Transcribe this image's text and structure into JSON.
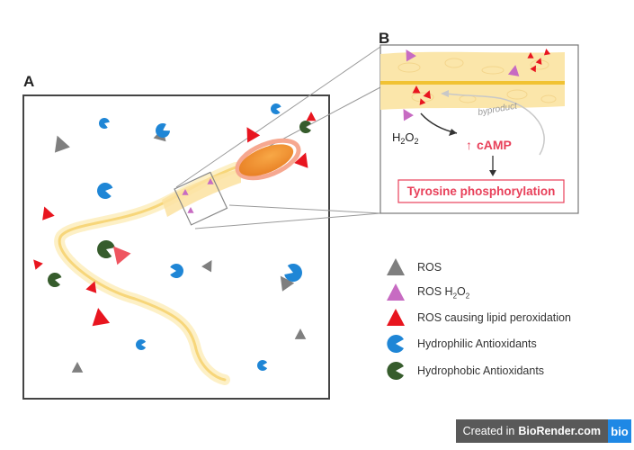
{
  "panels": {
    "a_label": "A",
    "b_label": "B"
  },
  "inset": {
    "h2o2_main": "H",
    "h2o2_sub1": "2",
    "h2o2_mid": "O",
    "h2o2_sub2": "2",
    "byproduct": "byproduct",
    "camp_arrow": "↑",
    "camp": "cAMP",
    "tyrosine": "Tyrosine phosphorylation"
  },
  "legend": [
    {
      "text_main": "ROS",
      "icon": "triangle-gray",
      "color": "#7f7f7f"
    },
    {
      "text_main": "ROS H",
      "sub1": "2",
      "text_mid": "O",
      "sub2": "2",
      "icon": "triangle-purple",
      "color": "#c76bc2"
    },
    {
      "text_main": "ROS causing lipid peroxidation",
      "icon": "triangle-red",
      "color": "#e8151f"
    },
    {
      "text_main": "Hydrophilic Antioxidants",
      "icon": "pacman-blue",
      "color": "#1f86d6"
    },
    {
      "text_main": "Hydrophobic Antioxidants",
      "icon": "pacman-green",
      "color": "#365c2c"
    }
  ],
  "watermark": {
    "prefix": "Created in",
    "brand": "BioRender.com",
    "logo": "bio"
  },
  "colors": {
    "gray": "#7f7f7f",
    "purple": "#c76bc2",
    "red": "#e8151f",
    "blue": "#1f86d6",
    "green": "#365c2c",
    "sperm_head": "#f0922f",
    "tail": "#fbe3a4",
    "inset_text_red": "#e8405a"
  }
}
